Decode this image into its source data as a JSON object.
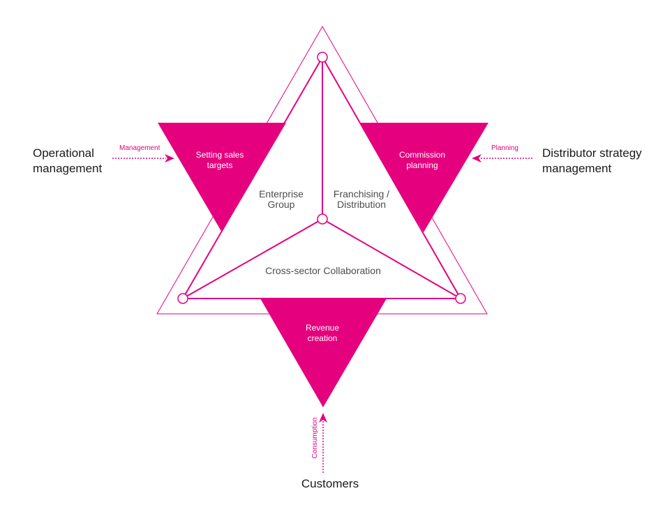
{
  "colors": {
    "accent": "#e5007e",
    "text": "#1a1a1a",
    "inner_text": "#4d4d4d",
    "background": "#ffffff"
  },
  "actors": {
    "left": [
      "Operational",
      "management"
    ],
    "right": [
      "Distributor strategy",
      "management"
    ],
    "bottom": "Customers"
  },
  "arrows": {
    "left": "Management",
    "right": "Planning",
    "bottom": "Consumption"
  },
  "triangles": {
    "left": [
      "Setting sales",
      "targets"
    ],
    "right": [
      "Commission",
      "planning"
    ],
    "bottom": [
      "Revenue",
      "creation"
    ]
  },
  "sections": {
    "left": [
      "Enterprise",
      "Group"
    ],
    "right": [
      "Franchising /",
      "Distribution"
    ],
    "bottom": "Cross-sector Collaboration"
  }
}
